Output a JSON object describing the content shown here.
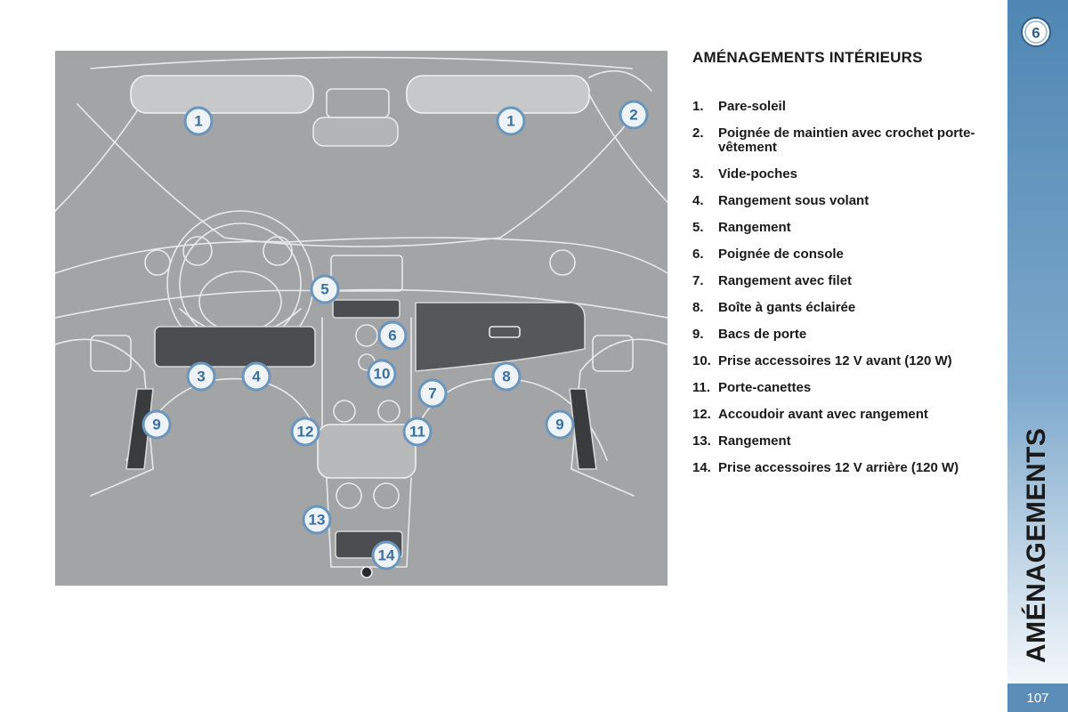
{
  "chapter": {
    "number": "6",
    "title": "AMÉNAGEMENTS"
  },
  "page_number": "107",
  "heading": "AMÉNAGEMENTS INTÉRIEURS",
  "items": [
    {
      "num": "1.",
      "text": "Pare-soleil"
    },
    {
      "num": "2.",
      "text": "Poignée de maintien avec crochet porte-vêtement"
    },
    {
      "num": "3.",
      "text": "Vide-poches"
    },
    {
      "num": "4.",
      "text": "Rangement sous volant"
    },
    {
      "num": "5.",
      "text": "Rangement"
    },
    {
      "num": "6.",
      "text": "Poignée de console"
    },
    {
      "num": "7.",
      "text": "Rangement avec filet"
    },
    {
      "num": "8.",
      "text": "Boîte à gants éclairée"
    },
    {
      "num": "9.",
      "text": "Bacs de porte"
    },
    {
      "num": "10.",
      "text": "Prise accessoires 12 V avant (120 W)"
    },
    {
      "num": "11.",
      "text": "Porte-canettes"
    },
    {
      "num": "12.",
      "text": "Accoudoir avant avec rangement"
    },
    {
      "num": "13.",
      "text": "Rangement"
    },
    {
      "num": "14.",
      "text": "Prise accessoires 12 V arrière (120 W)"
    }
  ],
  "callouts": {
    "c1a": "1",
    "c1b": "1",
    "c2": "2",
    "c3": "3",
    "c4": "4",
    "c5": "5",
    "c6": "6",
    "c7": "7",
    "c8": "8",
    "c9a": "9",
    "c9b": "9",
    "c10": "10",
    "c11": "11",
    "c12": "12",
    "c13": "13",
    "c14": "14"
  },
  "colors": {
    "accent": "#5b8db8",
    "illustration_bg": "#a3a4a6"
  }
}
